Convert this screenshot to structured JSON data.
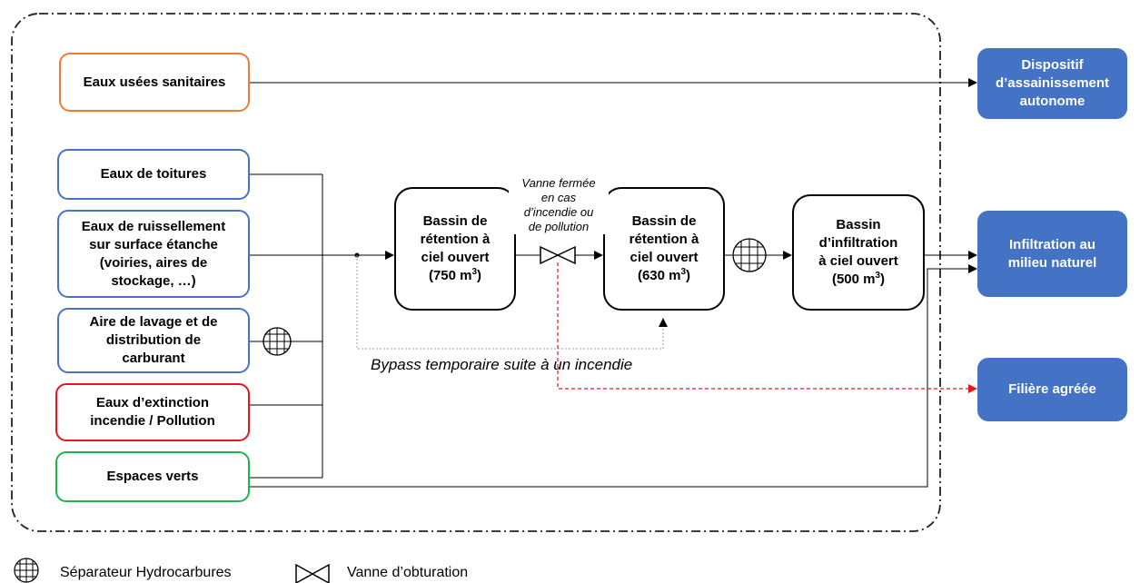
{
  "sources": {
    "sanitary": "Eaux usées sanitaires",
    "roofs": "Eaux de toitures",
    "runoff": [
      "Eaux de ruissellement",
      "sur surface étanche",
      "(voiries, aires de",
      "stockage, …)"
    ],
    "washing": [
      "Aire de lavage et de",
      "distribution de",
      "carburant"
    ],
    "fire": [
      "Eaux d’extinction",
      "incendie / Pollution"
    ],
    "green": "Espaces verts"
  },
  "basins": {
    "retention1": [
      "Bassin de",
      "rétention à",
      "ciel ouvert",
      "(750 m",
      "3",
      ")"
    ],
    "retention2": [
      "Bassin de",
      "rétention à",
      "ciel ouvert",
      "(630 m",
      "3",
      ")"
    ],
    "infiltration": [
      "Bassin",
      "d’infiltration",
      "à ciel ouvert",
      "(500 m",
      "3",
      ")"
    ]
  },
  "outputs": {
    "autonomous": [
      "Dispositif",
      "d’assainissement",
      "autonome"
    ],
    "natural": [
      "Infiltration au",
      "milieu naturel"
    ],
    "approved": "Filière agréée"
  },
  "labels": {
    "valve": [
      "Vanne fermée",
      "en cas",
      "d’incendie ou",
      "de pollution"
    ],
    "bypass": "Bypass temporaire suite à un incendie"
  },
  "legend": {
    "separator": "Séparateur Hydrocarbures",
    "valve": "Vanne d’obturation"
  },
  "colors": {
    "source_border": "#4a72c4",
    "sanitary_border": "#ed7d31",
    "fire_border": "#e8141e",
    "green_border": "#22b14c",
    "output_fill": "#4472c4",
    "pollution_line": "#e8141e",
    "bypass_line": "#a0a0a0"
  },
  "icons": {
    "separator": "hydrocarbon-separator-icon",
    "valve": "shutoff-valve-icon"
  }
}
